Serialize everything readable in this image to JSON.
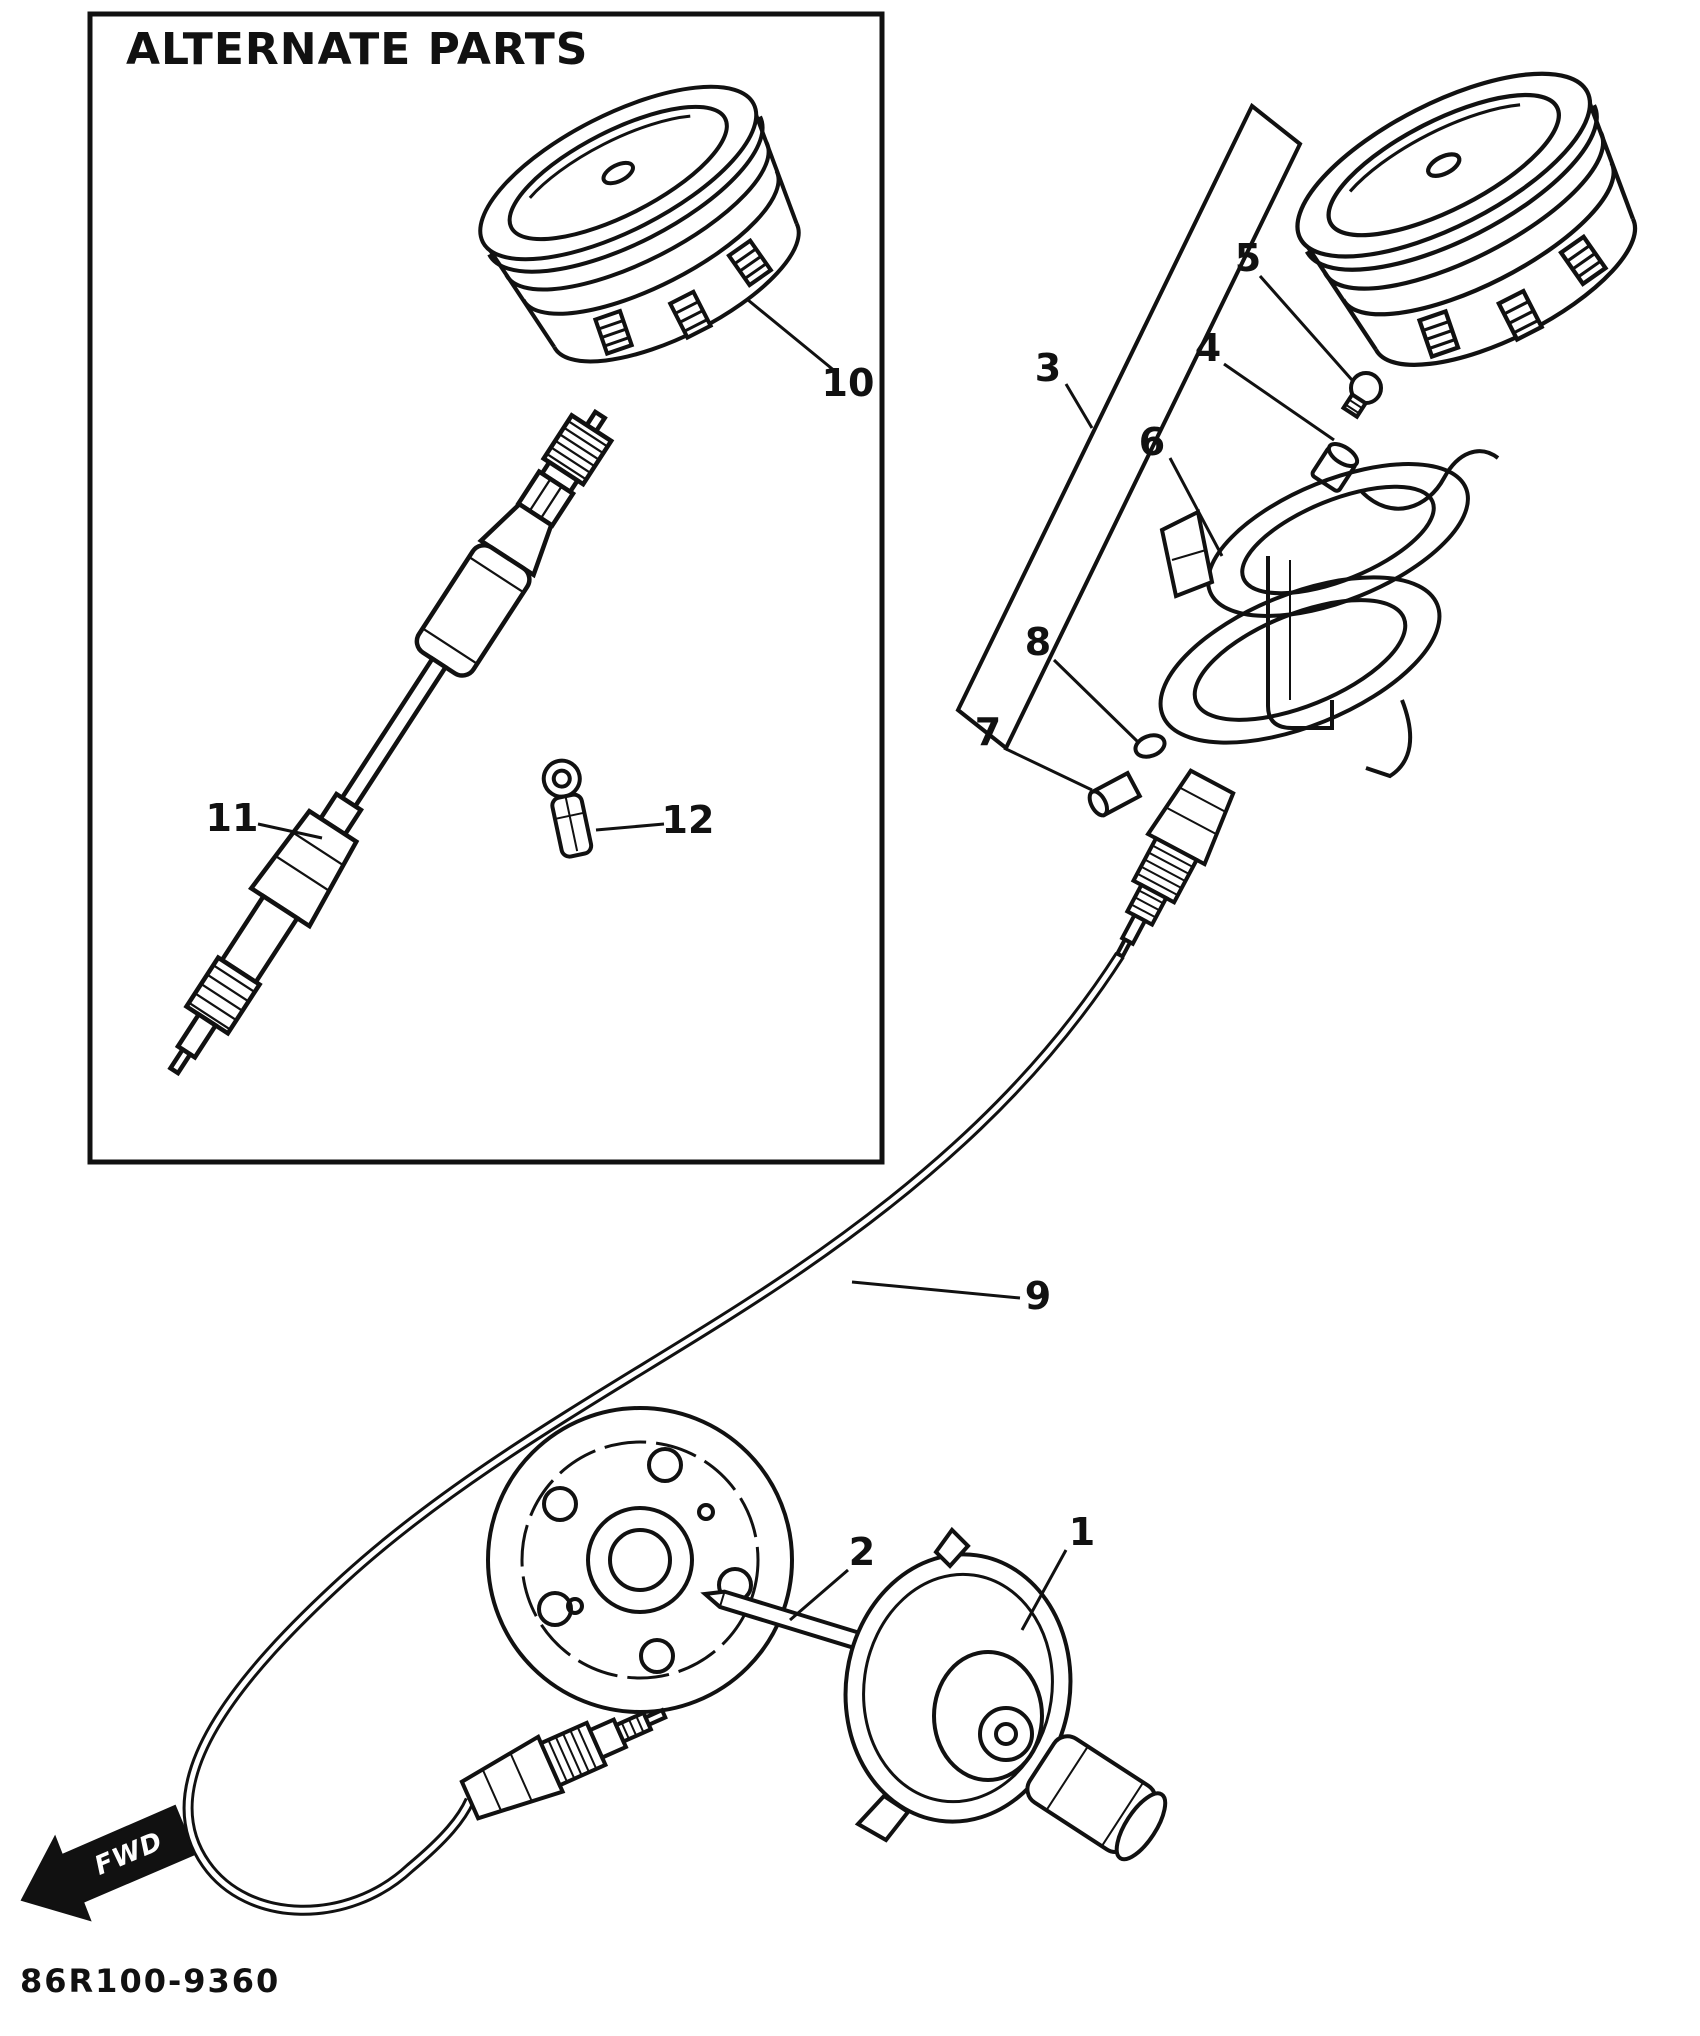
{
  "diagram": {
    "title": "ALTERNATE PARTS",
    "part_code": "86R100-9360",
    "direction_label": "FWD",
    "ink_color": "#111111",
    "background_color": "#ffffff"
  },
  "callouts": [
    {
      "label": "1"
    },
    {
      "label": "2"
    },
    {
      "label": "3"
    },
    {
      "label": "4"
    },
    {
      "label": "5"
    },
    {
      "label": "6"
    },
    {
      "label": "7"
    },
    {
      "label": "8"
    },
    {
      "label": "9"
    },
    {
      "label": "10"
    },
    {
      "label": "11"
    },
    {
      "label": "12"
    }
  ]
}
